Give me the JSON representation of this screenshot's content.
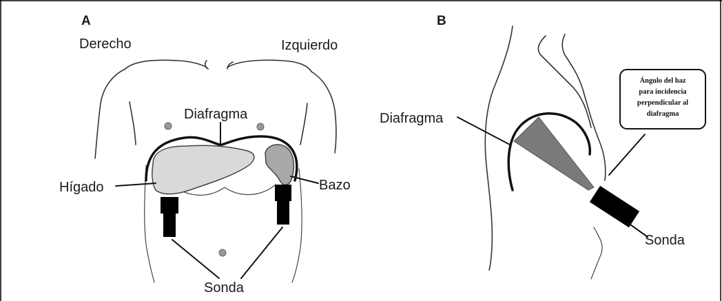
{
  "panel_a": {
    "letter": "A",
    "side_right": "Derecho",
    "side_left": "Izquierdo",
    "diaphragm": "Diafragma",
    "liver": "Hígado",
    "spleen": "Bazo",
    "probe": "Sonda"
  },
  "panel_b": {
    "letter": "B",
    "diaphragm": "Diafragma",
    "probe": "Sonda",
    "callout_lines": [
      "Ángulo del haz",
      "para incidencia",
      "perpendicular al",
      "diafragma"
    ]
  },
  "colors": {
    "liver_fill": "#d9d9d9",
    "spleen_fill": "#a8a8a8",
    "beam_fill": "#7a7a7a",
    "probe_fill": "#000000",
    "line": "#111111"
  }
}
